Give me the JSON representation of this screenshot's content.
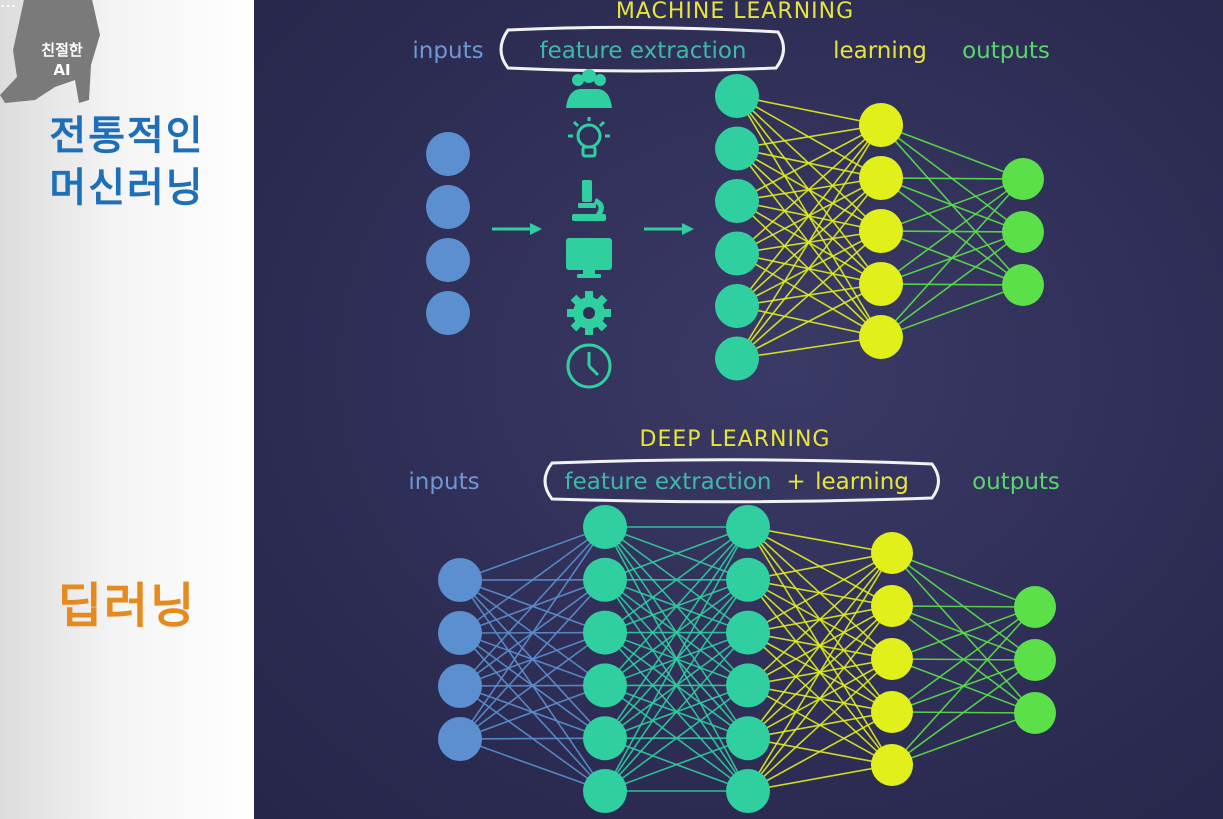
{
  "subtitle": "...",
  "brand": {
    "logo_text_line1": "친절한",
    "logo_text_line2": "AI"
  },
  "left": {
    "traditional_ml_line1": "전통적인",
    "traditional_ml_line2": "머신러닝",
    "deep_learning": "딥러닝"
  },
  "machine_learning": {
    "title": "MACHINE LEARNING",
    "inputs_label": "inputs",
    "feature_extraction_label": "feature extraction",
    "learning_label": "learning",
    "outputs_label": "outputs",
    "feature_icons": [
      "people-icon",
      "lightbulb-icon",
      "microscope-icon",
      "monitor-icon",
      "gear-icon",
      "clock-icon"
    ]
  },
  "deep_learning": {
    "title": "DEEP LEARNING",
    "inputs_label": "inputs",
    "feature_extraction_label": "feature extraction",
    "plus": "+",
    "learning_label": "learning",
    "outputs_label": "outputs"
  },
  "colors": {
    "background": "#2e2e56",
    "input_node": "#5b8fd0",
    "feature_node": "#2fcfa0",
    "learning_node": "#e1f01a",
    "output_node": "#5be04a",
    "label_teal": "#3fb8a8",
    "label_blue": "#6f97d6",
    "label_yellow": "#e7e53a",
    "label_green": "#58d66a",
    "heading_blue": "#1f6fb8",
    "heading_orange": "#e58a1f"
  }
}
